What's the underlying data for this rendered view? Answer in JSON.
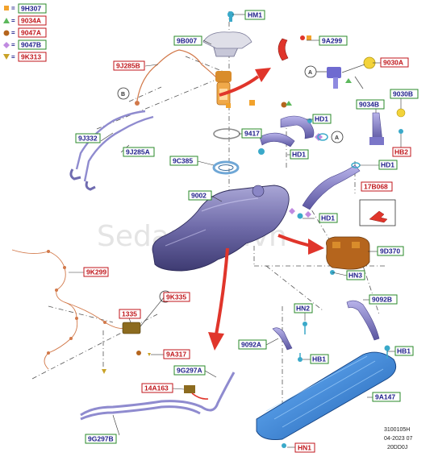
{
  "legend": [
    {
      "code": "9H307",
      "shape": "square",
      "color": "#f2a22c",
      "box": "blue"
    },
    {
      "code": "9034A",
      "shape": "triangle",
      "color": "#5cb85c",
      "box": "red"
    },
    {
      "code": "9047A",
      "shape": "circle",
      "color": "#b5651d",
      "box": "red"
    },
    {
      "code": "9047B",
      "shape": "diamond",
      "color": "#c08ae0",
      "box": "blue"
    },
    {
      "code": "9K313",
      "shape": "tri-down",
      "color": "#c9a227",
      "box": "red"
    }
  ],
  "labels": {
    "hm1": "HM1",
    "p9b007": "9B007",
    "p9a299": "9A299",
    "p9j285b": "9J285B",
    "p9030a": "9030A",
    "calloutA1": "A",
    "calloutB1": "B",
    "p9034b": "9034B",
    "p9030b": "9030B",
    "hd1a": "HD1",
    "hd1b": "HD1",
    "hd1c": "HD1",
    "hd1d": "HD1",
    "p9417": "9417",
    "calloutA2": "A",
    "hb2": "HB2",
    "p9j332": "9J332",
    "p9j285a": "9J285A",
    "p9c385": "9C385",
    "p17b068": "17B068",
    "p9002": "9002",
    "p9d370": "9D370",
    "hn3": "HN3",
    "p9k299": "9K299",
    "calloutB2": "B",
    "p1335": "1335",
    "p9k335": "9K335",
    "p9a317": "9A317",
    "hn2": "HN2",
    "p9092b": "9092B",
    "p9092a": "9092A",
    "hb1a": "HB1",
    "hb1b": "HB1",
    "p9g297a": "9G297A",
    "p14a163": "14A163",
    "p9a147": "9A147",
    "p9g297b": "9G297B",
    "hn1": "HN1"
  },
  "watermark": "Sedanviet.vn",
  "meta": {
    "code": "3100105H",
    "date": "04-2023 07",
    "model": "20DD0J"
  }
}
